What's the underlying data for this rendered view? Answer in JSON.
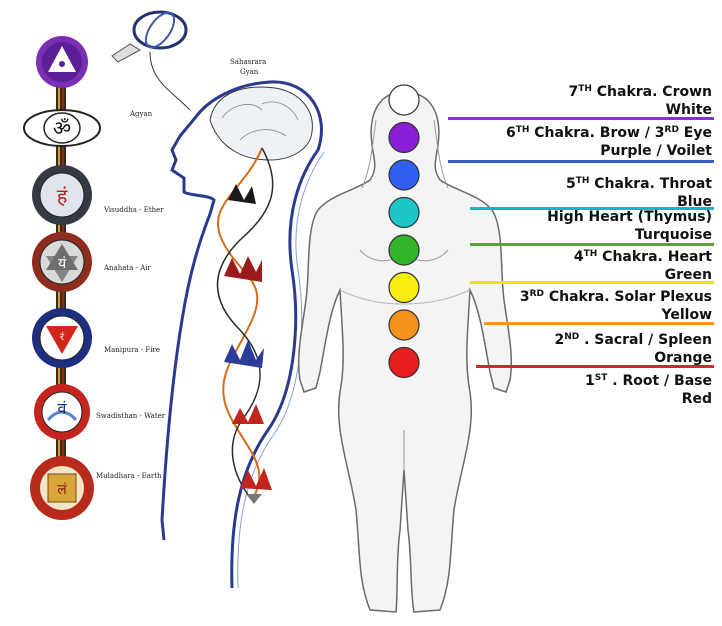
{
  "left_panel": {
    "top_labels": [
      "Sahasrara",
      "Gyan"
    ],
    "body_labels": [
      {
        "key": "agyan",
        "text": "Agyan"
      },
      {
        "key": "visuddha",
        "text": "Visuddha - Ether"
      },
      {
        "key": "anahata",
        "text": "Anahata - Air"
      },
      {
        "key": "manipura",
        "text": "Manipura - Fire"
      },
      {
        "key": "swadisthan",
        "text": "Swadisthan - Water"
      },
      {
        "key": "muladhara",
        "text": "Muladhara - Earth"
      }
    ],
    "symbols": [
      "ॐ",
      "हं",
      "यं",
      "रं",
      "वं",
      "लं"
    ]
  },
  "chakras": [
    {
      "name": "7TH Chakra. Crown",
      "color_name": "White",
      "fill": "#ffffff",
      "rule": "#8b2fc9"
    },
    {
      "name": "6TH Chakra. Brow / 3RD Eye",
      "color_name": "Purple / Voilet",
      "fill": "#8a1fd6",
      "rule": "#3658c8"
    },
    {
      "name": "5TH Chakra. Throat",
      "color_name": "Blue",
      "fill": "#2f5ef0",
      "rule": "#19b5b8"
    },
    {
      "name": "High Heart (Thymus)",
      "color_name": "Turquoise",
      "fill": "#1cc6c9",
      "rule": "#3fb03f"
    },
    {
      "name": "4TH Chakra. Heart",
      "color_name": "Green",
      "fill": "#33b52a",
      "rule": "#f3e20a"
    },
    {
      "name": "3RD Chakra. Solar Plexus",
      "color_name": "Yellow",
      "fill": "#f6ee10",
      "rule": "#f29a18"
    },
    {
      "name": "2ND . Sacral / Spleen",
      "color_name": "Orange",
      "fill": "#f5921b",
      "rule": "#e0202a"
    },
    {
      "name": "1ST . Root / Base",
      "color_name": "Red",
      "fill": "#e61e1e",
      "rule": ""
    }
  ]
}
